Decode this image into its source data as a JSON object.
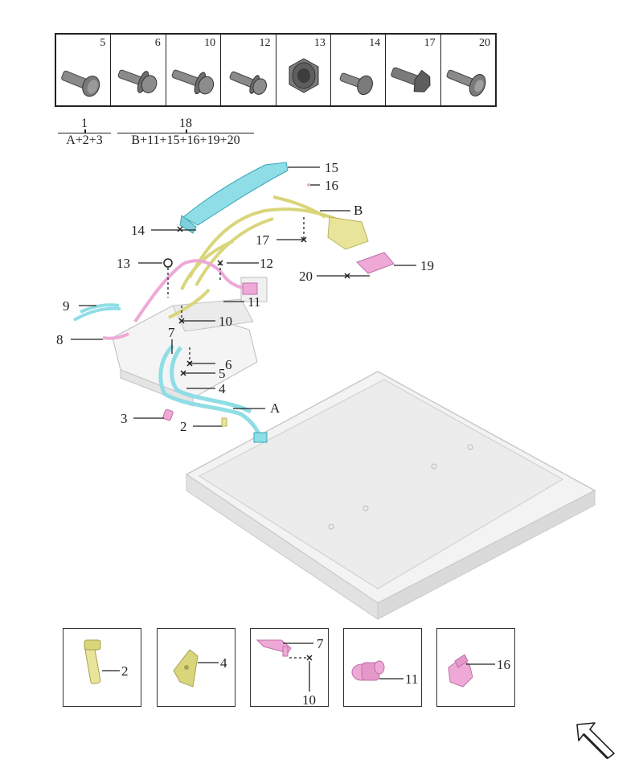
{
  "fasteners": [
    "5",
    "6",
    "10",
    "12",
    "13",
    "14",
    "17",
    "20"
  ],
  "groups": [
    {
      "top": "1",
      "bottom": "A+2+3"
    },
    {
      "top": "18",
      "bottom": "B+11+15+16+19+20"
    }
  ],
  "callouts": {
    "c15": "15",
    "c16": "16",
    "cB": "B",
    "c14": "14",
    "c17": "17",
    "c13": "13",
    "c12": "12",
    "c19": "19",
    "c20": "20",
    "c9": "9",
    "c11": "11",
    "c10": "10",
    "c8": "8",
    "c7": "7",
    "c6": "6",
    "c5": "5",
    "c4": "4",
    "cA": "A",
    "c3": "3",
    "c2": "2"
  },
  "details": [
    {
      "labels": [
        "2"
      ]
    },
    {
      "labels": [
        "4"
      ]
    },
    {
      "labels": [
        "7",
        "10"
      ]
    },
    {
      "labels": [
        "11"
      ]
    },
    {
      "labels": [
        "16"
      ]
    }
  ],
  "colors": {
    "cyan": "#8fdde6",
    "yellow": "#e8e59a",
    "pink": "#eea9d6",
    "tray": "#efefef",
    "line": "#222222"
  }
}
